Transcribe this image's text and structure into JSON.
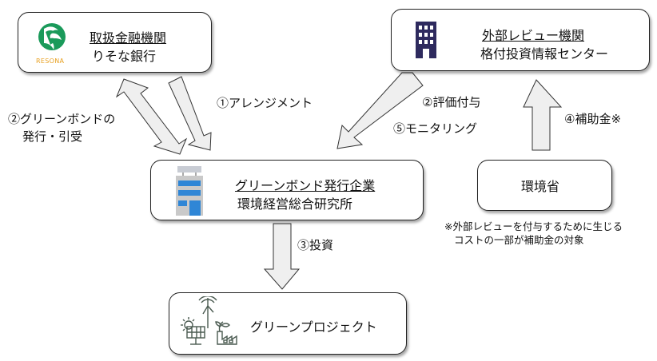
{
  "nodes": {
    "bank": {
      "title": "取扱金融機関",
      "name": "りそな銀行",
      "logo_text": "RESONA"
    },
    "reviewer": {
      "title": "外部レビュー機関",
      "name": "格付投資情報センター"
    },
    "issuer": {
      "title": "グリーンボンド発行企業",
      "name": "環境経営総合研究所"
    },
    "ministry": {
      "name": "環境省"
    },
    "project": {
      "name": "グリーンプロジェクト"
    }
  },
  "flows": {
    "arrangement": "①アレンジメント",
    "issuance_line1": "②グリーンボンドの",
    "issuance_line2": "発行・引受",
    "rating": "②評価付与",
    "monitoring": "⑤モニタリング",
    "subsidy": "④補助金※",
    "investment": "③投資"
  },
  "footnote": {
    "line1": "※外部レビューを付与するために生じる",
    "line2": "コストの一部が補助金の対象"
  },
  "colors": {
    "resona_green": "#1a9a5a",
    "resona_orange": "#e8a020",
    "reviewer_icon": "#2e2a5e",
    "issuer_window": "#2f86d6",
    "project_icon": "#4a5a50",
    "arrow_fill": "#efefef"
  }
}
